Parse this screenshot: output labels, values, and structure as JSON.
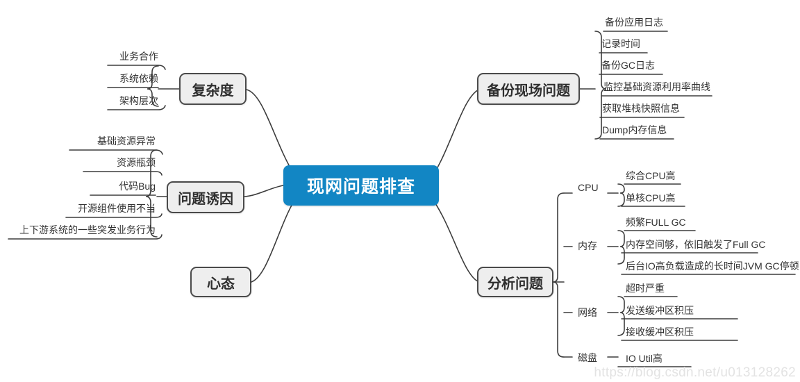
{
  "diagram": {
    "type": "mindmap",
    "title": "现网问题排查",
    "root": {
      "label": "现网问题排查",
      "color": "#1286c4",
      "text_color": "#ffffff"
    },
    "branch_style": {
      "fill": "#eeeeee",
      "border": "#4a4a4a",
      "text_color": "#2f2f2f"
    },
    "branches": [
      {
        "id": "complexity",
        "label": "复杂度",
        "side": "left",
        "children": [
          {
            "label": "业务合作"
          },
          {
            "label": "系统依赖"
          },
          {
            "label": "架构层次"
          }
        ]
      },
      {
        "id": "causes",
        "label": "问题诱因",
        "side": "left",
        "children": [
          {
            "label": "基础资源异常"
          },
          {
            "label": "资源瓶颈"
          },
          {
            "label": "代码Bug"
          },
          {
            "label": "开源组件使用不当"
          },
          {
            "label": "上下游系统的一些突发业务行为"
          }
        ]
      },
      {
        "id": "mindset",
        "label": "心态",
        "side": "left",
        "children": []
      },
      {
        "id": "backup-scene",
        "label": "备份现场问题",
        "side": "right",
        "children": [
          {
            "label": "备份应用日志"
          },
          {
            "label": "记录时间"
          },
          {
            "label": "备份GC日志"
          },
          {
            "label": "监控基础资源利用率曲线"
          },
          {
            "label": "获取堆栈快照信息"
          },
          {
            "label": "Dump内存信息"
          }
        ]
      },
      {
        "id": "analyze",
        "label": "分析问题",
        "side": "right",
        "groups": [
          {
            "label": "CPU",
            "children": [
              {
                "label": "综合CPU高"
              },
              {
                "label": "单核CPU高"
              }
            ]
          },
          {
            "label": "内存",
            "children": [
              {
                "label": "频繁FULL GC"
              },
              {
                "label": "内存空间够，依旧触发了Full GC"
              },
              {
                "label": "后台IO高负载造成的长时间JVM GC停顿"
              }
            ]
          },
          {
            "label": "网络",
            "children": [
              {
                "label": "超时严重"
              },
              {
                "label": "发送缓冲区积压"
              },
              {
                "label": "接收缓冲区积压"
              }
            ]
          },
          {
            "label": "磁盘",
            "children": [
              {
                "label": "IO Util高"
              }
            ]
          }
        ]
      }
    ],
    "watermark": "https://blog.csdn.net/u013128262"
  }
}
